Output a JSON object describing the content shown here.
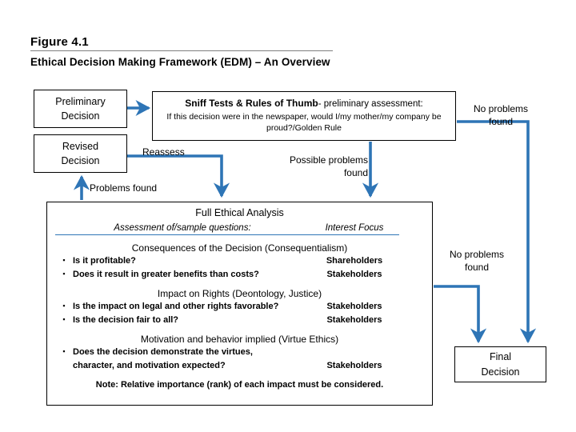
{
  "figure": {
    "label": "Figure 4.1",
    "subtitle": "Ethical Decision Making Framework (EDM) – An Overview"
  },
  "colors": {
    "arrow": "#2E75B6",
    "box_border": "#000000",
    "rule": "#7f7f7f",
    "background": "#ffffff"
  },
  "nodes": {
    "preliminary": {
      "line1": "Preliminary",
      "line2": "Decision"
    },
    "revised": {
      "line1": "Revised",
      "line2": "Decision"
    },
    "final": {
      "line1": "Final",
      "line2": "Decision"
    },
    "sniff": {
      "title": "Sniff Tests & Rules of Thumb",
      "title_tail": "- preliminary  assessment:",
      "body": "If this decision were in the newspaper, would I/my mother/my company be proud?/Golden Rule"
    }
  },
  "edge_labels": {
    "reassess": "Reassess",
    "problems_found": "Problems found",
    "possible_problems_found": "Possible problems found",
    "no_problems_found_top": "No problems found",
    "no_problems_found_mid": "No problems found"
  },
  "analysis": {
    "title": "Full Ethical Analysis",
    "col_assessment": "Assessment of/sample questions:",
    "col_focus": "Interest Focus",
    "sections": [
      {
        "heading": "Consequences of the Decision (Consequentialism)",
        "rows": [
          {
            "bullet": "▪",
            "question": "Is it profitable?",
            "focus": "Shareholders"
          },
          {
            "bullet": "▪",
            "question": "Does it result in greater benefits than costs?",
            "focus": "Stakeholders"
          }
        ]
      },
      {
        "heading": "Impact on Rights (Deontology, Justice)",
        "rows": [
          {
            "bullet": "▪",
            "question": "Is the impact on legal and other rights favorable?",
            "focus": "Stakeholders"
          },
          {
            "bullet": "▪",
            "question": "Is the decision fair to all?",
            "focus": "Stakeholders"
          }
        ]
      },
      {
        "heading": "Motivation and behavior implied (Virtue Ethics)",
        "rows": [
          {
            "bullet": "▪",
            "question": "Does the decision demonstrate the virtues,",
            "focus": ""
          },
          {
            "bullet": "",
            "question": "character, and motivation expected?",
            "focus": "Stakeholders"
          }
        ]
      }
    ],
    "note": "Note: Relative importance (rank) of each impact must be considered."
  }
}
